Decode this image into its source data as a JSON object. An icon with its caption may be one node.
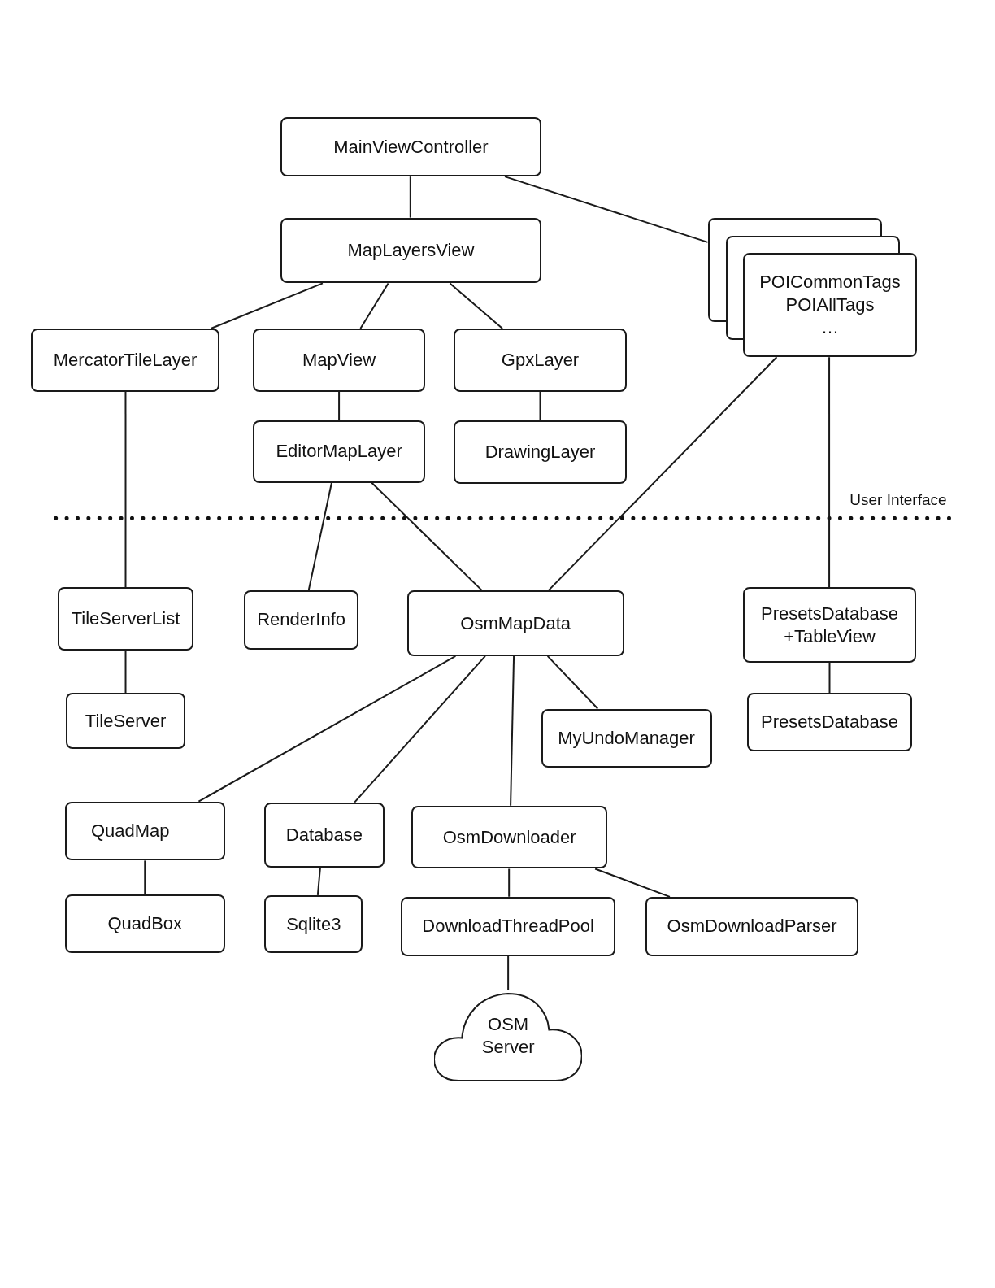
{
  "diagram": {
    "nodes": [
      {
        "text": [
          "MainViewController"
        ]
      },
      {
        "text": [
          "MapLayersView"
        ]
      },
      {
        "text": [
          "POICommonTags",
          "POIAllTags",
          "…"
        ]
      },
      {
        "text": [
          "MercatorTileLayer"
        ]
      },
      {
        "text": [
          "MapView"
        ]
      },
      {
        "text": [
          "GpxLayer"
        ]
      },
      {
        "text": [
          "EditorMapLayer"
        ]
      },
      {
        "text": [
          "DrawingLayer"
        ]
      },
      {
        "text": [
          "TileServerList"
        ]
      },
      {
        "text": [
          "RenderInfo"
        ]
      },
      {
        "text": [
          "OsmMapData"
        ]
      },
      {
        "text": [
          "PresetsDatabase +TableView"
        ]
      },
      {
        "text": [
          "TileServer"
        ]
      },
      {
        "text": [
          "MyUndoManager"
        ]
      },
      {
        "text": [
          "PresetsDatabase"
        ]
      },
      {
        "text": [
          "QuadMap"
        ]
      },
      {
        "text": [
          "Database"
        ]
      },
      {
        "text": [
          "OsmDownloader"
        ]
      },
      {
        "text": [
          "QuadBox"
        ]
      },
      {
        "text": [
          "Sqlite3"
        ]
      },
      {
        "text": [
          "DownloadThreadPool"
        ]
      },
      {
        "text": [
          "OsmDownloadParser"
        ]
      },
      {
        "text": [
          "OSM Server"
        ]
      }
    ],
    "edges": [
      {
        "from": 0,
        "to": 1,
        "arrow": "none"
      },
      {
        "from": 0,
        "to": 2,
        "arrow": "none"
      },
      {
        "from": 1,
        "to": 3,
        "arrow": "none"
      },
      {
        "from": 1,
        "to": 4,
        "arrow": "none"
      },
      {
        "from": 1,
        "to": 5,
        "arrow": "none"
      },
      {
        "from": 4,
        "to": 6,
        "arrow": "none"
      },
      {
        "from": 5,
        "to": 7,
        "arrow": "none"
      },
      {
        "from": 3,
        "to": 8,
        "arrow": "none"
      },
      {
        "from": 6,
        "to": 9,
        "arrow": "none"
      },
      {
        "from": 6,
        "to": 10,
        "arrow": "none"
      },
      {
        "from": 2,
        "to": 10,
        "arrow": "none"
      },
      {
        "from": 2,
        "to": 11,
        "arrow": "none"
      },
      {
        "from": 8,
        "to": 12,
        "arrow": "none"
      },
      {
        "from": 10,
        "to": 13,
        "arrow": "none"
      },
      {
        "from": 10,
        "to": 15,
        "arrow": "none"
      },
      {
        "from": 10,
        "to": 16,
        "arrow": "none"
      },
      {
        "from": 10,
        "to": 17,
        "arrow": "none"
      },
      {
        "from": 11,
        "to": 14,
        "arrow": "none"
      },
      {
        "from": 15,
        "to": 18,
        "arrow": "none"
      },
      {
        "from": 16,
        "to": 19,
        "arrow": "none"
      },
      {
        "from": 17,
        "to": 20,
        "arrow": "none"
      },
      {
        "from": 17,
        "to": 21,
        "arrow": "none"
      },
      {
        "from": 20,
        "to": 22,
        "arrow": "none"
      }
    ],
    "labels": [
      "User Interface"
    ]
  }
}
